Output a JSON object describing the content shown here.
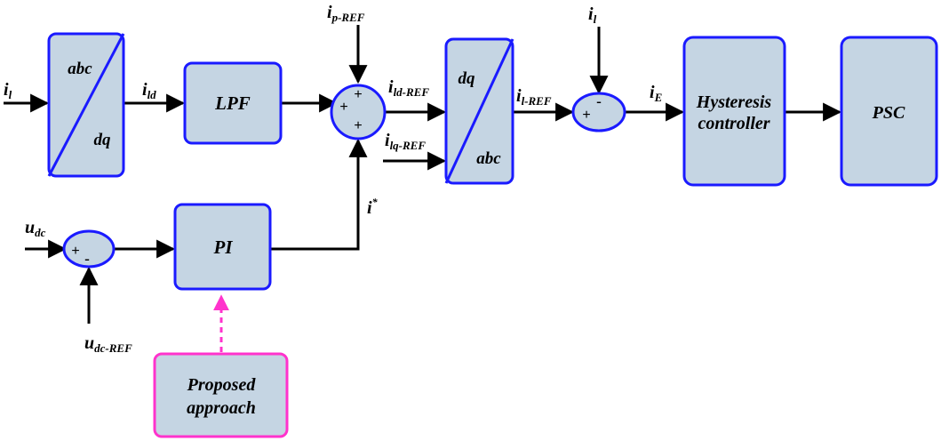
{
  "colors": {
    "block_fill": "#c5d5e3",
    "block_stroke": "#1a1aff",
    "proposed_stroke": "#ff33cc",
    "wire": "#000000"
  },
  "blocks": {
    "abc_dq": {
      "top": "abc",
      "bottom": "dq"
    },
    "lpf": "LPF",
    "dq_abc": {
      "top": "dq",
      "bottom": "abc"
    },
    "hysteresis": {
      "line1": "Hysteresis",
      "line2": "controller"
    },
    "psc": "PSC",
    "pi": "PI",
    "proposed": {
      "line1": "Proposed",
      "line2": "approach"
    }
  },
  "signals": {
    "il_in": {
      "main": "i",
      "sub": "l"
    },
    "ild": {
      "main": "i",
      "sub": "ld"
    },
    "ip_ref": {
      "main": "i",
      "sub": "p-REF"
    },
    "ild_ref": {
      "main": "i",
      "sub": "ld-REF"
    },
    "ilq_ref": {
      "main": "i",
      "sub": "lq-REF"
    },
    "istar": {
      "main": "i",
      "sup": "*"
    },
    "il_ref": {
      "main": "i",
      "sub": "l-REF"
    },
    "il_top": {
      "main": "i",
      "sub": "l"
    },
    "ie": {
      "main": "i",
      "sub": "E"
    },
    "udc": {
      "main": "u",
      "sub": "dc"
    },
    "udc_ref": {
      "main": "u",
      "sub": "dc-REF"
    }
  },
  "summing_signs": {
    "sum1_top": "+",
    "sum1_left": "+",
    "sum1_bottom": "+",
    "sum2_left": "+",
    "sum2_top": "-",
    "sum3_left": "+",
    "sum3_bottom": "-"
  }
}
